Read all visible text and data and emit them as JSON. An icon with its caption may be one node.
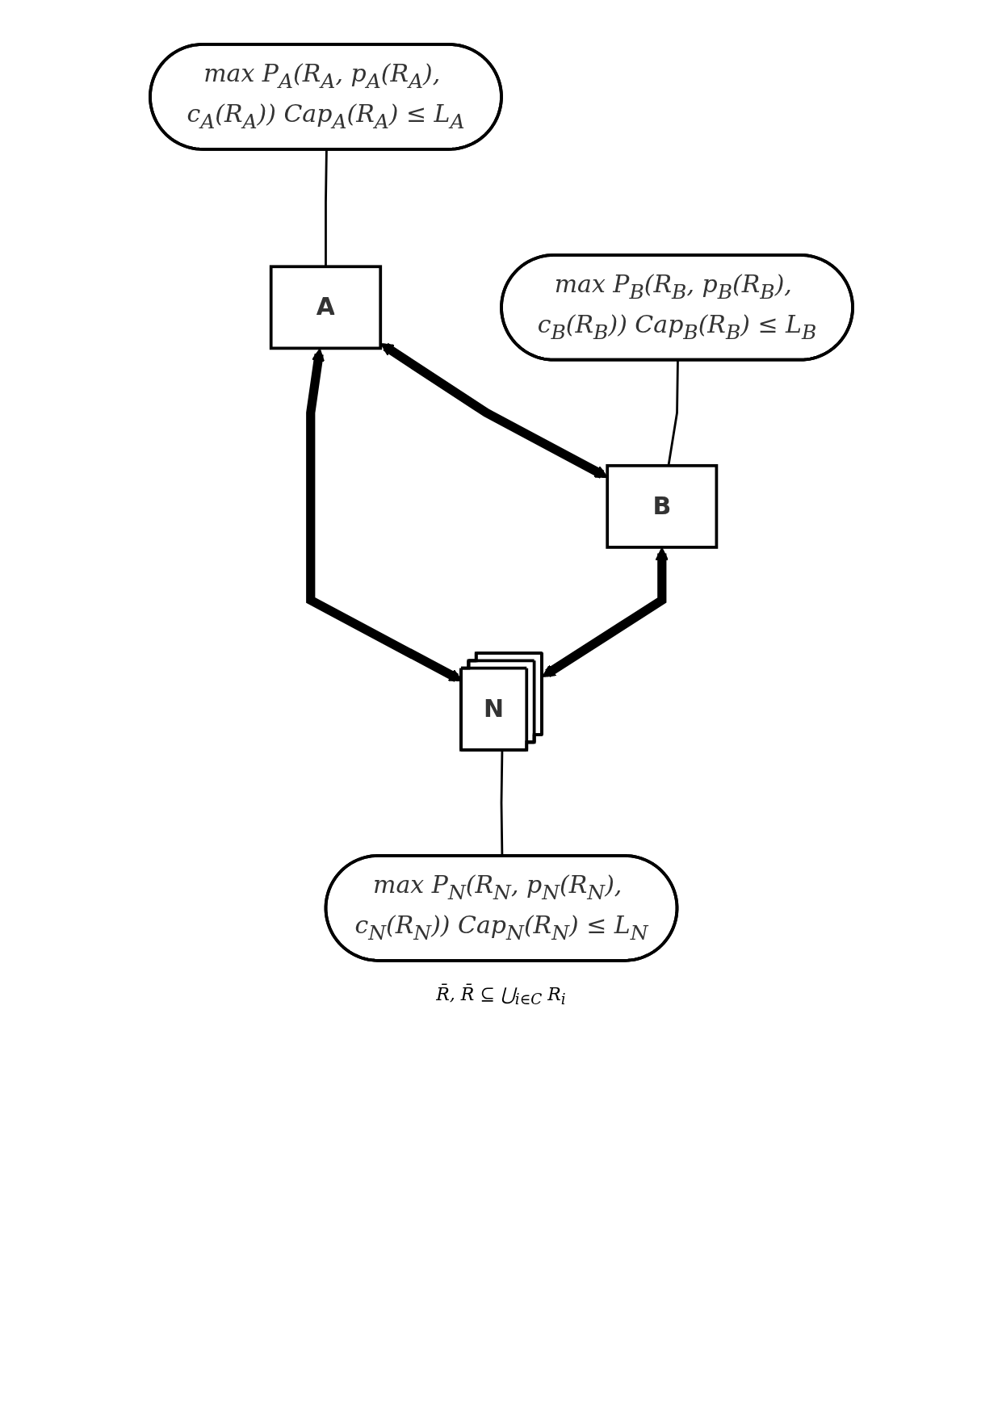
{
  "diagram": {
    "nodes": [
      {
        "text": [
          "max P$_{A}$(R$_{A}$, p$_{A}$(R$_{A}$), c$_{A}$(R$_{A}$)) Cap$_{A}$(R$_{A}$) ≤ L$_{A}$"
        ]
      },
      {
        "text": [
          "A"
        ]
      },
      {
        "text": [
          "max P$_{B}$(R$_{B}$, p$_{B}$(R$_{B}$), c$_{B}$(R$_{B}$)) Cap$_{B}$(R$_{B}$) ≤ L$_{B}$"
        ]
      },
      {
        "text": [
          "B"
        ]
      },
      {
        "text": [
          "N"
        ]
      },
      {
        "text": [
          "max P$_{N}$(R$_{N}$, p$_{N}$(R$_{N}$), c$_{N}$(R$_{N}$)) Cap$_{N}$(R$_{N}$) ≤ L$_{N}$"
        ]
      }
    ],
    "edges": [
      {
        "from": 0,
        "to": 1,
        "arrow": "none"
      },
      {
        "from": 2,
        "to": 3,
        "arrow": "none"
      },
      {
        "from": 1,
        "to": 3,
        "arrow": "both",
        "style": "thick"
      },
      {
        "from": 1,
        "to": 4,
        "arrow": "both",
        "style": "thick"
      },
      {
        "from": 3,
        "to": 4,
        "arrow": "both",
        "style": "thick"
      },
      {
        "from": 4,
        "to": 5,
        "arrow": "none"
      }
    ],
    "labels": [
      "R̄, R̄ ⊆ ⋃$_{i∈C}$ R$_{i}$"
    ]
  }
}
